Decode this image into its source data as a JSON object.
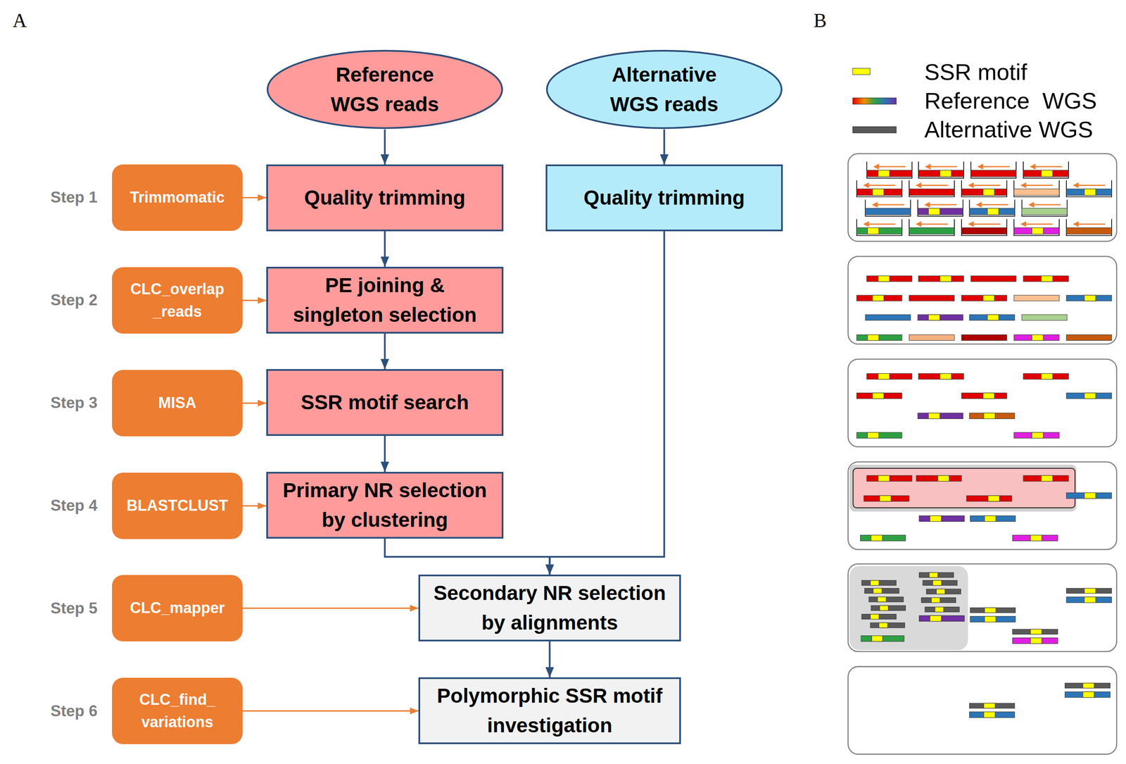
{
  "diagram": {
    "nodes": [
      {
        "text": [
          "Reference WGS reads"
        ]
      },
      {
        "text": [
          "Alternative WGS reads"
        ]
      },
      {
        "text": [
          "Trimmomatic"
        ]
      },
      {
        "text": [
          "Quality trimming"
        ]
      },
      {
        "text": [
          "Quality trimming"
        ]
      },
      {
        "text": [
          "CLC_overlap _reads"
        ]
      },
      {
        "text": [
          "PE joining & singleton selection"
        ]
      },
      {
        "text": [
          "MISA"
        ]
      },
      {
        "text": [
          "SSR motif search"
        ]
      },
      {
        "text": [
          "BLASTCLUST"
        ]
      },
      {
        "text": [
          "Primary NR selection by clustering"
        ]
      },
      {
        "text": [
          "CLC_mapper"
        ]
      },
      {
        "text": [
          "Secondary NR selection by alignments"
        ]
      },
      {
        "text": [
          "CLC_find_ variations"
        ]
      },
      {
        "text": [
          "Polymorphic SSR motif investigation"
        ]
      }
    ],
    "edges": [
      {
        "from": 0,
        "to": 3,
        "arrow": "to"
      },
      {
        "from": 1,
        "to": 4,
        "arrow": "to"
      },
      {
        "from": 2,
        "to": 3,
        "arrow": "to"
      },
      {
        "from": 3,
        "to": 6,
        "arrow": "to"
      },
      {
        "from": 5,
        "to": 6,
        "arrow": "to"
      },
      {
        "from": 6,
        "to": 8,
        "arrow": "to"
      },
      {
        "from": 7,
        "to": 8,
        "arrow": "to"
      },
      {
        "from": 8,
        "to": 10,
        "arrow": "to"
      },
      {
        "from": 9,
        "to": 10,
        "arrow": "to"
      },
      {
        "from": 10,
        "to": 12,
        "arrow": "to"
      },
      {
        "from": 4,
        "to": 12,
        "arrow": "to"
      },
      {
        "from": 11,
        "to": 12,
        "arrow": "to"
      },
      {
        "from": 12,
        "to": 14,
        "arrow": "to"
      },
      {
        "from": 13,
        "to": 14,
        "arrow": "to"
      }
    ],
    "labels": [
      "A",
      "B",
      "Step 1",
      "Step 2",
      "Step 3",
      "Step 4",
      "Step 5",
      "Step 6"
    ],
    "legend": [
      {
        "text": "SSR motif",
        "color": "#ffff00"
      },
      {
        "text": "Reference  WGS"
      },
      {
        "text": "Alternative WGS",
        "color": "#595959"
      }
    ]
  }
}
